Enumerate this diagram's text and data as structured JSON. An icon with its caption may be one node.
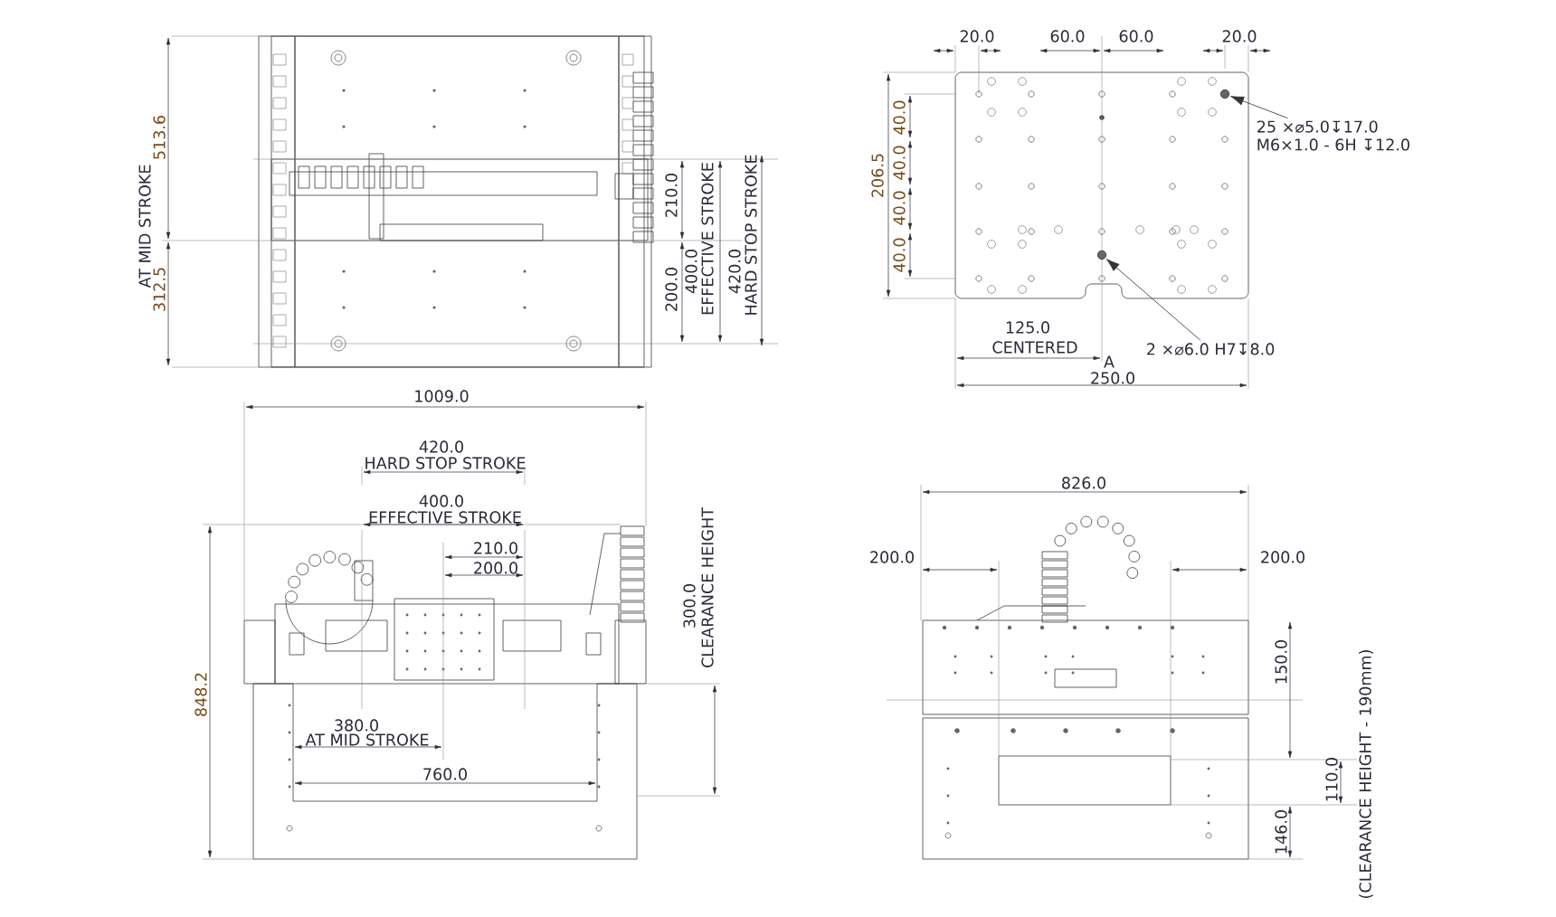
{
  "diagram": {
    "nodes": [
      {
        "text": [
          "25 ×⌀5.0↧17.0",
          "M6×1.0 - 6H ↧12.0"
        ]
      },
      {
        "text": [],
        "shape": "circle"
      },
      {
        "text": [
          "2 ×⌀6.0 H7↧8.0"
        ]
      },
      {
        "text": [],
        "shape": "circle"
      }
    ],
    "edges": [
      {
        "from": 0,
        "to": 1,
        "arrow": "to"
      },
      {
        "from": 2,
        "to": 3,
        "arrow": "to"
      }
    ],
    "labels": [
      "513.6",
      "AT MID STROKE",
      "312.5",
      "210.0",
      "200.0",
      "400.0",
      "EFFECTIVE STROKE",
      "420.0",
      "HARD STOP STROKE",
      "20.0",
      "60.0",
      "60.0",
      "20.0",
      "206.5",
      "40.0",
      "40.0",
      "40.0",
      "40.0",
      "125.0",
      "CENTERED",
      "A",
      "250.0",
      "1009.0",
      "420.0",
      "HARD STOP STROKE",
      "400.0",
      "EFFECTIVE STROKE",
      "210.0",
      "200.0",
      "300.0",
      "CLEARANCE HEIGHT",
      "848.2",
      "380.0",
      "AT MID STROKE",
      "760.0",
      "826.0",
      "200.0",
      "200.0",
      "150.0",
      "110.0",
      "(CLEARANCE HEIGHT - 190mm)",
      "146.0"
    ]
  }
}
